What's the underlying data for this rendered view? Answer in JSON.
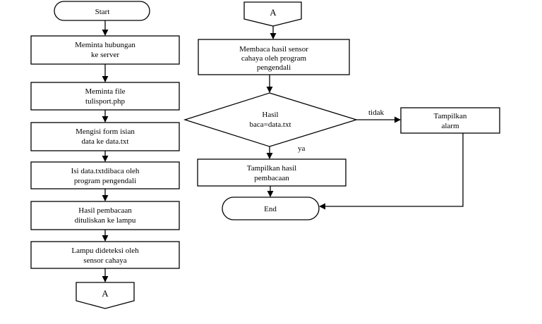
{
  "left_column": {
    "start": "Start",
    "step1": [
      "Meminta hubungan",
      "ke server"
    ],
    "step2": [
      "Meminta file",
      "tulisport.php"
    ],
    "step3": [
      "Mengisi form isian",
      "data ke data.txt"
    ],
    "step4": [
      "Isi data.txtdibaca oleh",
      "program pengendali"
    ],
    "step5": [
      "Hasil pembacaan",
      "dituliskan ke lampu"
    ],
    "step6": [
      "Lampu dideteksi oleh",
      "sensor cahaya"
    ],
    "connector_out": "A"
  },
  "right_column": {
    "connector_in": "A",
    "read_step": [
      "Membaca hasil sensor",
      "cahaya oleh program",
      "pengendali"
    ],
    "decision": [
      "Hasil",
      "baca=data.txt"
    ],
    "label_no": "tidak",
    "label_yes": "ya",
    "alarm": [
      "Tampilkan",
      "alarm"
    ],
    "show_result": [
      "Tampilkan hasil",
      "pembacaan"
    ],
    "end": "End"
  }
}
